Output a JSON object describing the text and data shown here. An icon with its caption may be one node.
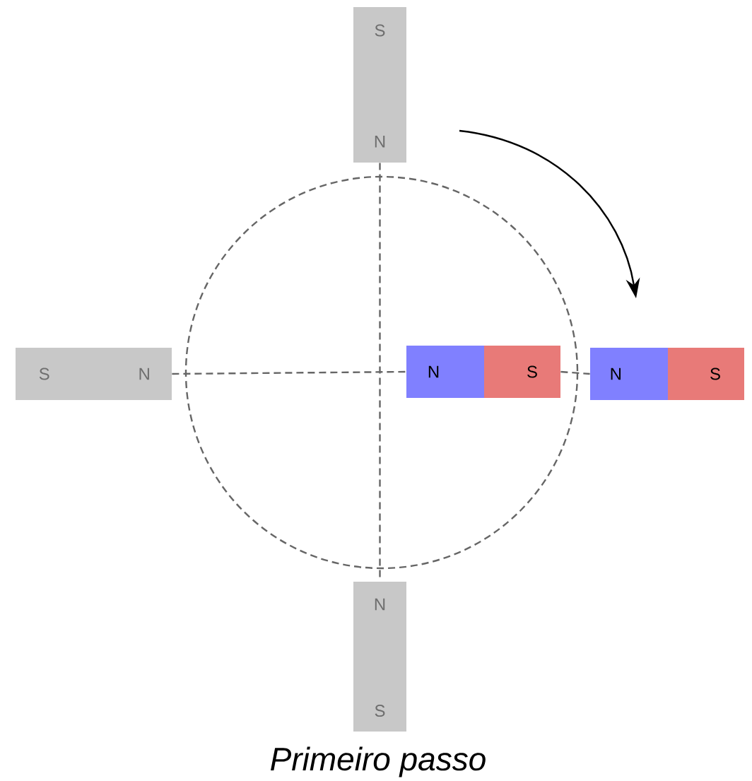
{
  "diagram": {
    "caption": "Primeiro passo",
    "nodes": [
      {
        "text": [
          "S"
        ]
      },
      {
        "text": [
          "N"
        ]
      },
      {
        "text": [
          "S"
        ]
      },
      {
        "text": [
          "N"
        ]
      },
      {
        "text": [
          "N"
        ]
      },
      {
        "text": [
          "S"
        ]
      },
      {
        "text": [
          "N"
        ]
      },
      {
        "text": [
          "S"
        ]
      },
      {
        "text": [
          "N"
        ]
      },
      {
        "text": [
          "S"
        ]
      }
    ],
    "edges": [
      {
        "from": 1,
        "to": 8,
        "arrow": "none",
        "style": "dashed"
      },
      {
        "from": 3,
        "to": 4,
        "arrow": "none",
        "style": "dashed"
      },
      {
        "from": 5,
        "to": 6,
        "arrow": "none",
        "style": "dashed"
      }
    ]
  }
}
